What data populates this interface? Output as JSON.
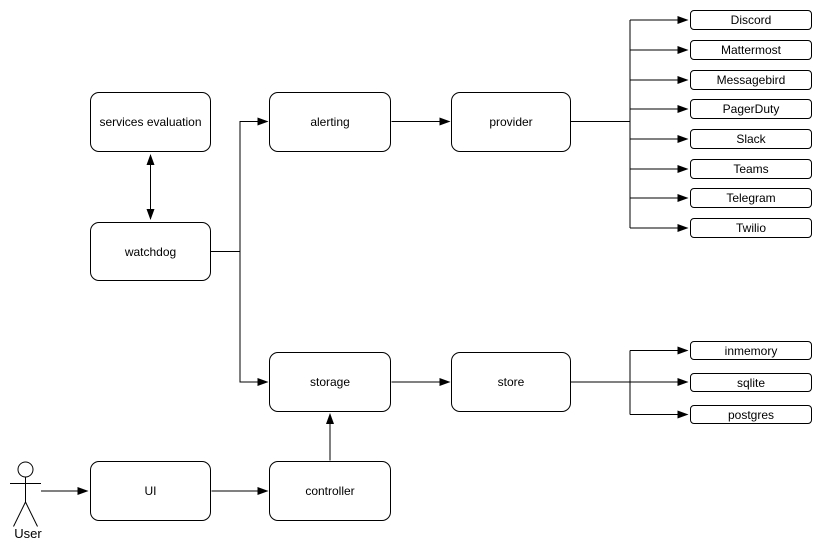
{
  "canvas": {
    "background": "#ffffff",
    "stroke_color": "#000000",
    "text_color": "#000000"
  },
  "nodes": {
    "services_evaluation": "services evaluation",
    "watchdog": "watchdog",
    "alerting": "alerting",
    "provider": "provider",
    "storage": "storage",
    "store": "store",
    "ui": "UI",
    "controller": "controller"
  },
  "actor": {
    "label": "User"
  },
  "provider_types": [
    "Discord",
    "Mattermost",
    "Messagebird",
    "PagerDuty",
    "Slack",
    "Teams",
    "Telegram",
    "Twilio"
  ],
  "store_types": [
    "inmemory",
    "sqlite",
    "postgres"
  ],
  "edges": [
    {
      "from": "services evaluation",
      "to": "watchdog",
      "style": "bidirectional-arrow"
    },
    {
      "from": "watchdog",
      "to": "alerting",
      "style": "arrow"
    },
    {
      "from": "watchdog",
      "to": "storage",
      "style": "arrow"
    },
    {
      "from": "alerting",
      "to": "provider",
      "style": "arrow"
    },
    {
      "from": "provider",
      "to": "provider_types",
      "style": "fan-out-arrows"
    },
    {
      "from": "storage",
      "to": "store",
      "style": "arrow"
    },
    {
      "from": "store",
      "to": "store_types",
      "style": "fan-out-arrows"
    },
    {
      "from": "User",
      "to": "UI",
      "style": "arrow"
    },
    {
      "from": "UI",
      "to": "controller",
      "style": "arrow"
    },
    {
      "from": "controller",
      "to": "storage",
      "style": "arrow"
    }
  ]
}
